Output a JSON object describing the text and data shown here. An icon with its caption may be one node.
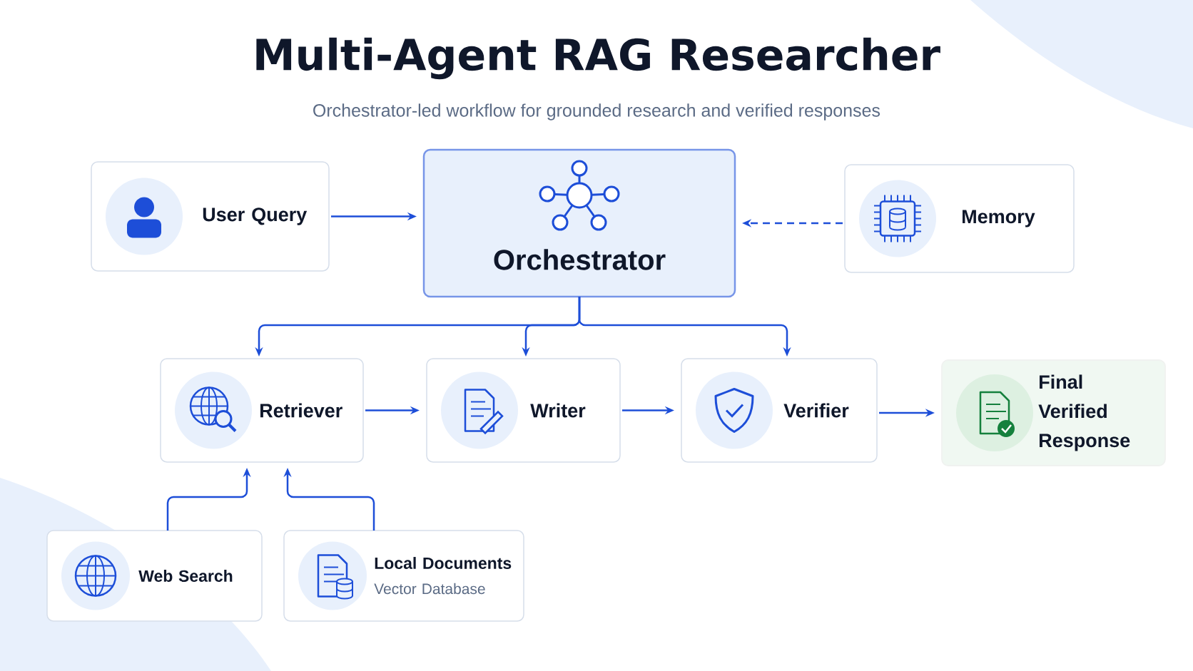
{
  "diagram": {
    "title": "Multi-Agent RAG Researcher",
    "caption": "Orchestrator-led workflow for grounded research and verified responses",
    "nodes": [
      {
        "text": [
          "User Query"
        ]
      },
      {
        "text": [
          "Orchestrator"
        ]
      },
      {
        "text": [
          "Memory"
        ]
      },
      {
        "text": [
          "Retriever"
        ]
      },
      {
        "text": [
          "Writer"
        ]
      },
      {
        "text": [
          "Verifier"
        ]
      },
      {
        "text": [
          "Final Verified Response"
        ]
      },
      {
        "text": [
          "Web Search"
        ]
      },
      {
        "text": [
          "Local Documents",
          "Vector Database"
        ]
      }
    ],
    "edges": [
      {
        "from": 0,
        "to": 1,
        "arrow": "to"
      },
      {
        "from": 2,
        "to": 1,
        "arrow": "to",
        "style": "dashed"
      },
      {
        "from": 1,
        "to": 3,
        "arrow": "to"
      },
      {
        "from": 1,
        "to": 4,
        "arrow": "to"
      },
      {
        "from": 1,
        "to": 5,
        "arrow": "to"
      },
      {
        "from": 3,
        "to": 4,
        "arrow": "to"
      },
      {
        "from": 4,
        "to": 5,
        "arrow": "to"
      },
      {
        "from": 5,
        "to": 6,
        "arrow": "to"
      },
      {
        "from": 7,
        "to": 3,
        "arrow": "to"
      },
      {
        "from": 8,
        "to": 3,
        "arrow": "to"
      }
    ]
  }
}
